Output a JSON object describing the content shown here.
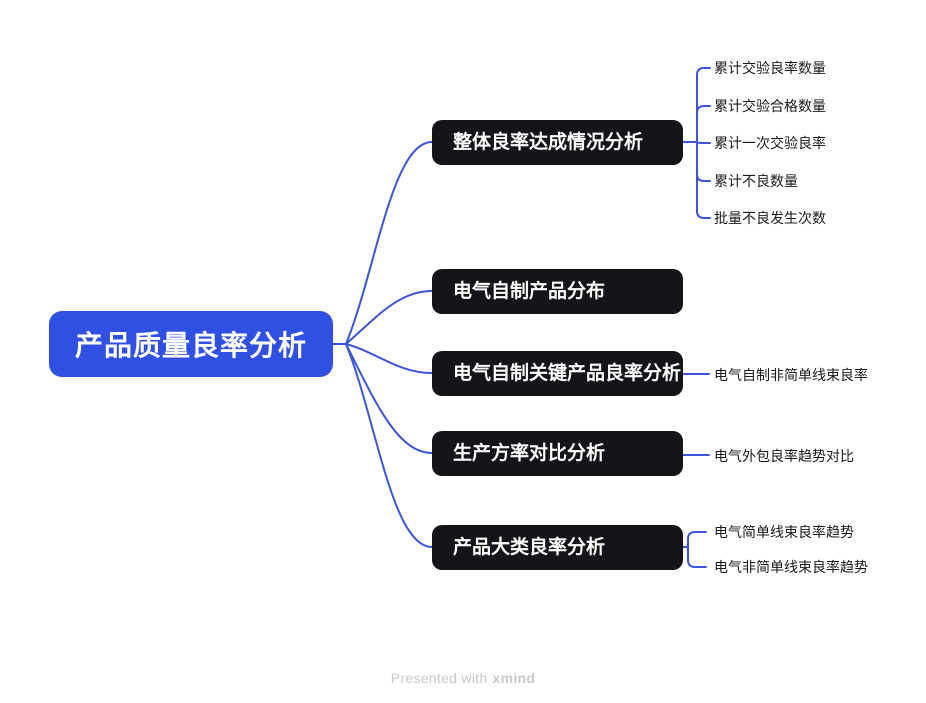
{
  "mindmap": {
    "root": {
      "label": "产品质量良率分析"
    },
    "branches": [
      {
        "label": "整体良率达成情况分析",
        "children": [
          "累计交验良率数量",
          "累计交验合格数量",
          "累计一次交验良率",
          "累计不良数量",
          "批量不良发生次数"
        ]
      },
      {
        "label": "电气自制产品分布",
        "children": []
      },
      {
        "label": "电气自制关键产品良率分析",
        "children": [
          "电气自制非简单线束良率"
        ]
      },
      {
        "label": "生产方率对比分析",
        "children": [
          "电气外包良率趋势对比"
        ]
      },
      {
        "label": "产品大类良率分析",
        "children": [
          "电气简单线束良率趋势",
          "电气非简单线束良率趋势"
        ]
      }
    ]
  },
  "footer": {
    "text": "Presented with",
    "brand": "xmind"
  },
  "colors": {
    "background": "#FFFFFF",
    "root_fill": "#2F50E2",
    "root_text": "#FFFFFF",
    "branch_fill": "#141419",
    "branch_text": "#FFFFFF",
    "connector": "#3C55DC",
    "leaf_text": "#1B1B1E",
    "footer_text": "#C8C8CA"
  }
}
